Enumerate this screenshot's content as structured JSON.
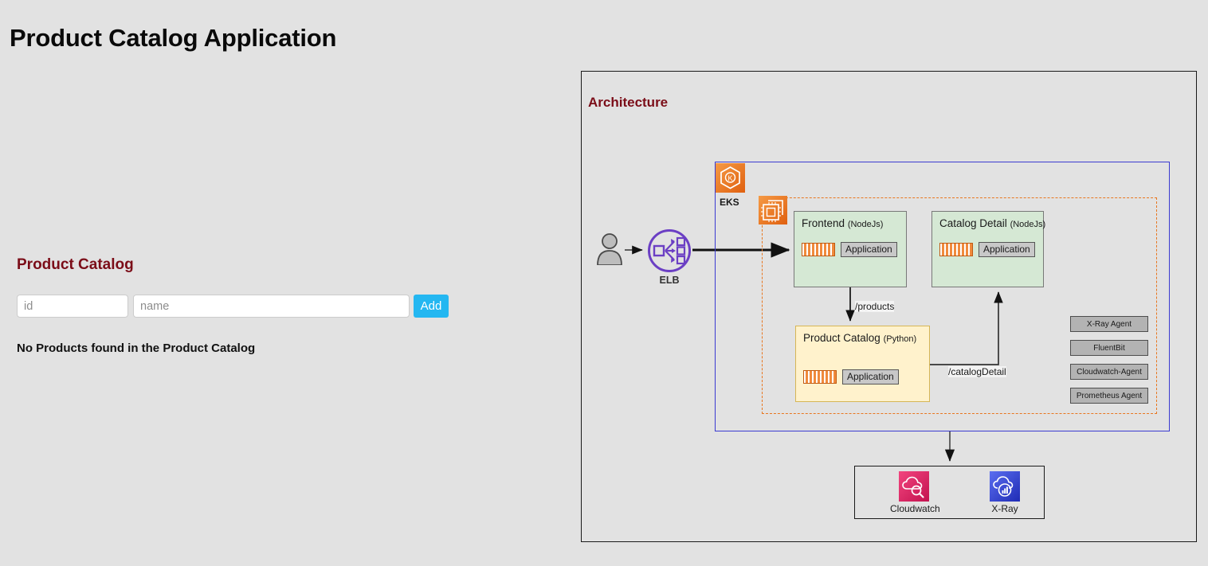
{
  "app": {
    "title": "Product Catalog Application",
    "background_color": "#e2e2e2"
  },
  "catalog_panel": {
    "heading": "Product Catalog",
    "heading_color": "#7b0d18",
    "id_placeholder": "id",
    "id_value": "",
    "name_placeholder": "name",
    "name_value": "",
    "add_label": "Add",
    "add_color": "#24b7f1",
    "empty_message": "No Products found in the Product Catalog"
  },
  "architecture": {
    "heading": "Architecture",
    "heading_color": "#7b0d18",
    "border_color": "#1a1a1a",
    "actor": {
      "icon": "user-icon"
    },
    "elb": {
      "label": "ELB",
      "icon": "elb-icon",
      "color": "#6b3fc4"
    },
    "cluster": {
      "label": "EKS",
      "icon": "eks-icon",
      "border_color": "#3a3ad1",
      "icon_color": "#e8761f"
    },
    "pods_region": {
      "icon": "ec2-pod-icon",
      "border_color": "#e8761f",
      "border_style": "dashed"
    },
    "services": [
      {
        "name": "Frontend",
        "language": "NodeJs",
        "container_icon": "container-icon",
        "badge": "Application",
        "fill": "#d5e8d4",
        "stroke": "#787878"
      },
      {
        "name": "Catalog Detail",
        "language": "NodeJs",
        "container_icon": "container-icon",
        "badge": "Application",
        "fill": "#d5e8d4",
        "stroke": "#787878"
      },
      {
        "name": "Product Catalog",
        "language": "Python",
        "container_icon": "container-icon",
        "badge": "Application",
        "fill": "#fff2cc",
        "stroke": "#d6b656"
      }
    ],
    "edges": [
      {
        "label": "/products",
        "from": "Frontend",
        "to": "Product Catalog"
      },
      {
        "label": "/catalogDetail",
        "from": "Product Catalog",
        "to": "Catalog Detail"
      }
    ],
    "agents": [
      "X-Ray Agent",
      "FluentBit",
      "Cloudwatch-Agent",
      "Prometheus Agent"
    ],
    "monitoring": [
      {
        "label": "Cloudwatch",
        "icon": "cloudwatch-icon",
        "color": "#e7256a"
      },
      {
        "label": "X-Ray",
        "icon": "xray-icon",
        "color": "#3344dd"
      }
    ]
  }
}
